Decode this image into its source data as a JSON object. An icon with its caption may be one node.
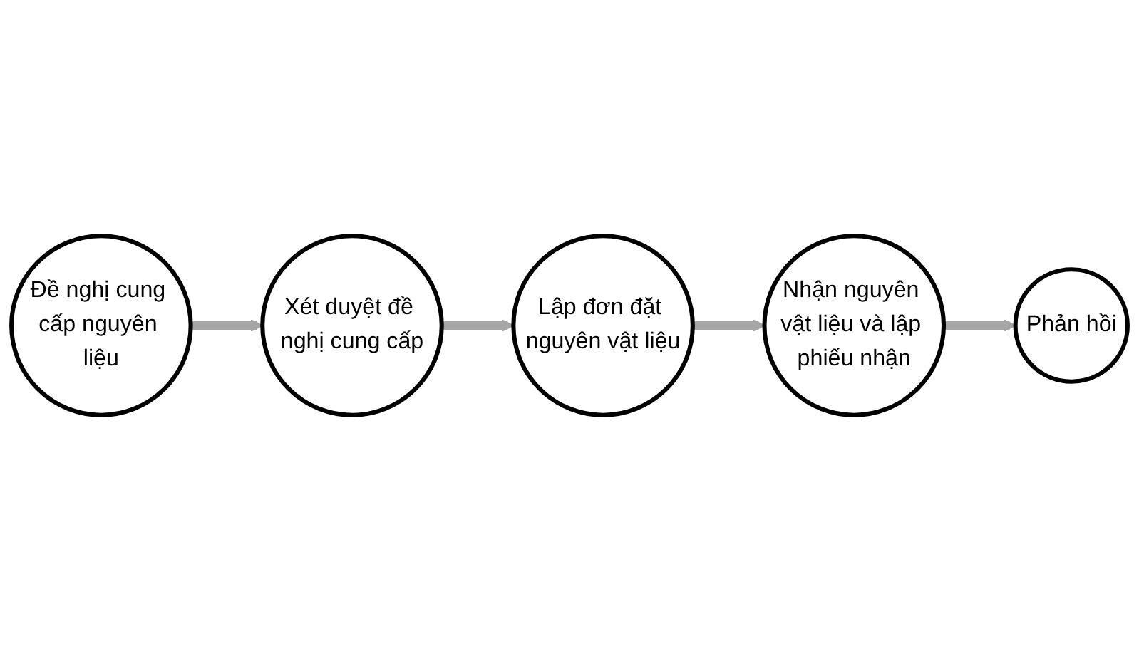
{
  "diagram": {
    "nodes": [
      {
        "text": [
          "Đề nghị cung cấp nguyên liệu"
        ]
      },
      {
        "text": [
          "Xét duyệt đề nghị cung cấp"
        ]
      },
      {
        "text": [
          "Lập đơn đặt nguyên vật liệu"
        ]
      },
      {
        "text": [
          "Nhận nguyên vật liệu và lập phiếu nhận"
        ]
      },
      {
        "text": [
          "Phản hồi"
        ]
      }
    ],
    "edges": [
      {
        "from": 0,
        "to": 1,
        "arrow": "to"
      },
      {
        "from": 1,
        "to": 2,
        "arrow": "to"
      },
      {
        "from": 2,
        "to": 3,
        "arrow": "to"
      },
      {
        "from": 3,
        "to": 4,
        "arrow": "to"
      }
    ]
  }
}
